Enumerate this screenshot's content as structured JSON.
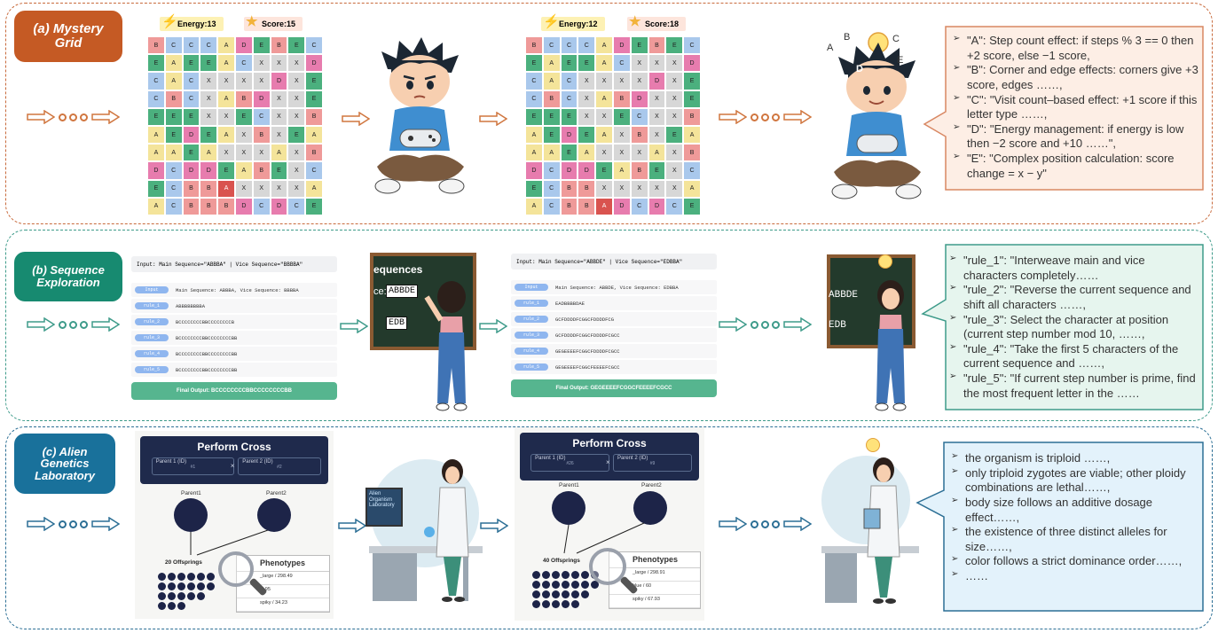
{
  "colors": {
    "panel_a": "#c86a3c",
    "panel_b": "#3e9b8a",
    "panel_c": "#2c6f95",
    "cell_A": "#f4e49a",
    "cell_B": "#ef9a99",
    "cell_C": "#a9c8ec",
    "cell_D": "#e77cae",
    "cell_E": "#4bb07e",
    "cell_X": "#d7d7d7"
  },
  "panel_a": {
    "tag": "(a) Mystery Grid",
    "energy1": "Energy:13",
    "score1": "Score:15",
    "energy2": "Energy:12",
    "score2": "Score:18",
    "grid1": [
      "BCCCADEBEC",
      "EAEEACXXXD",
      "CACXXXXDXE",
      "CBCXABDXXE",
      "EEEXXECXXB",
      "AEDEAXBXEA",
      "AAEAXXXAXB",
      "DCDDEABEXC",
      "ECBBAXXXXA",
      "ACBBBDCDCE"
    ],
    "grid2": [
      "BCCCADEBEC",
      "EAEEACXXXD",
      "CACXXXXDXE",
      "CBCXABDXXE",
      "EEEXXECXXB",
      "AEDEAXBXEA",
      "AAEAXXXAXB",
      "DCDDEABEXC",
      "ECBBXXXXXA",
      "ACBBADCDCE"
    ],
    "avatar_letters": [
      "A",
      "B",
      "C",
      "D",
      "E"
    ],
    "rules": [
      "\"A\": Step count effect: if steps % 3 == 0 then +2 score, else −1 score,",
      "\"B\": Corner and edge effects: corners give +3 score, edges ……,",
      "\"C\": \"Visit count–based effect: +1 score if this letter type ……,",
      "\"D\": \"Energy management: if energy is low then −2 score and +10 ……\",",
      "\"E\": \"Complex position calculation: score change = x − y\""
    ]
  },
  "panel_b": {
    "tag": "(b) Sequence Exploration",
    "board_title": "equences",
    "panel1": {
      "input": "Input: Main Sequence=\"ABBBA\" | Vice Sequence=\"BBBBA\"",
      "rows": [
        {
          "pill": "Input",
          "value": "Main Sequence: ABBBA, Vice Sequence: BBBBA"
        },
        {
          "pill": "rule_1",
          "value": "ABBBBBBBBA"
        },
        {
          "pill": "rule_2",
          "value": "BCCCCCCCCBBCCCCCCCCB"
        },
        {
          "pill": "rule_3",
          "value": "BCCCCCCCCBBCCCCCCCCBB"
        },
        {
          "pill": "rule_4",
          "value": "BCCCCCCCCBBCCCCCCCCBB"
        },
        {
          "pill": "rule_5",
          "value": "BCCCCCCCCBBCCCCCCCCBB"
        }
      ],
      "final": "Final Output: BCCCCCCCCBBCCCCCCCCBB"
    },
    "panel2": {
      "input": "Input: Main Sequence=\"ABBDE\" | Vice Sequence=\"EDBBA\"",
      "rows": [
        {
          "pill": "Input",
          "value": "Main Sequence: ABBDE, Vice Sequence: EDBBA"
        },
        {
          "pill": "rule_1",
          "value": "EADBBBBDAE"
        },
        {
          "pill": "rule_2",
          "value": "GCFDDDDFCGGCFDDDDFCG"
        },
        {
          "pill": "rule_3",
          "value": "GCFDDDDFCGGCFDDDDFCGCC"
        },
        {
          "pill": "rule_4",
          "value": "GEGEEEEFCGGCFDDDDFCGCC"
        },
        {
          "pill": "rule_5",
          "value": "GEGEEEEFCGGCFEEEEFCGCC"
        }
      ],
      "final": "Final Output: GEGEEEEFCGGCFEEEEFCGCC"
    },
    "board1": {
      "top": "ABBDE",
      "bottom": "EDB",
      "label": "ce:"
    },
    "board2": {
      "top": "ABBDE",
      "bottom": "EDB"
    },
    "rules": [
      "\"rule_1\": \"Interweave main and vice characters completely……",
      "\"rule_2\": \"Reverse the current sequence and shift all characters ……,",
      "\"rule_3\": Select the character at position (current step number mod 10, ……,",
      "\"rule_4\": \"Take the first 5 characters of the current sequence and ……,",
      "\"rule_5\": \"If current step number is prime, find the most frequent letter in the ……"
    ]
  },
  "panel_c": {
    "tag": "(c) Alien Genetics Laboratory",
    "cross1": {
      "title": "Perform Cross",
      "p1_label": "Parent 1 (ID)",
      "p1_id": "#1",
      "p2_label": "Parent 2 (ID)",
      "p2_id": "#2",
      "cross_sign": "×",
      "parent1": "Parent1",
      "parent2": "Parent2",
      "offspring": "20 Offsprings",
      "phenotypes_title": "Phenotypes",
      "phenotypes": [
        "_large / 298.49",
        "al 95",
        "spiky / 34.23"
      ]
    },
    "cross2": {
      "title": "Perform Cross",
      "p1_label": "Parent 1 (ID)",
      "p1_id": "#26",
      "p2_label": "Parent 2 (ID)",
      "p2_id": "#9",
      "cross_sign": "×",
      "parent1": "Parent1",
      "parent2": "Parent2",
      "offspring": "40 Offsprings",
      "phenotypes_title": "Phenotypes",
      "phenotypes": [
        "_large / 298.91",
        "blue / 60",
        "spiky / 67.93"
      ]
    },
    "monitor": "Alien Organism Laboratory",
    "rules": [
      "the organism is triploid ……,",
      "only triploid zygotes are viable; other ploidy combinations are lethal……,",
      "body size follows an additive dosage effect……,",
      "the existence of three distinct alleles for size……,",
      "color follows a strict dominance order……,",
      "……"
    ]
  }
}
